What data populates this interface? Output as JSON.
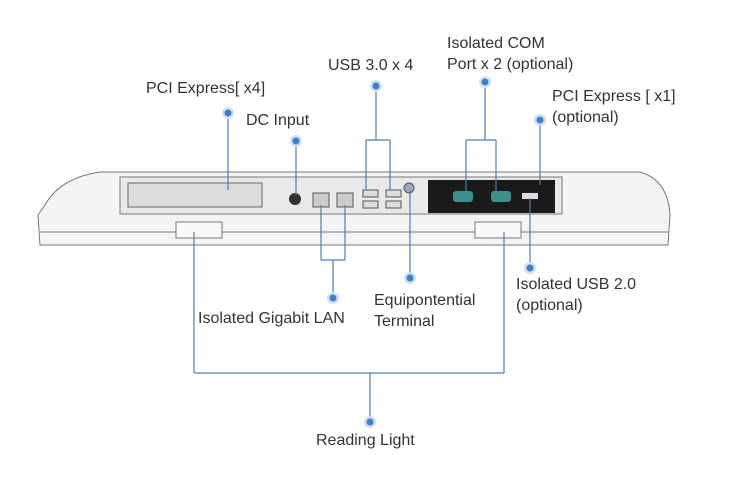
{
  "colors": {
    "accent": "#3f7fc4",
    "line": "#4a7fb5",
    "text": "#333333"
  },
  "labels": {
    "pcie_x4": "PCI Express[ x4]",
    "dc_input": "DC Input",
    "usb30": "USB 3.0 x 4",
    "com_line1": "Isolated COM",
    "com_line2": "Port x 2 (optional)",
    "pcie_x1_line1": "PCI Express [ x1]",
    "pcie_x1_line2": "(optional)",
    "usb20_line1": "Isolated USB 2.0",
    "usb20_line2": "(optional)",
    "equip_line1": "Equipontential",
    "equip_line2": "Terminal",
    "lan": "Isolated Gigabit LAN",
    "reading_light": "Reading Light"
  }
}
